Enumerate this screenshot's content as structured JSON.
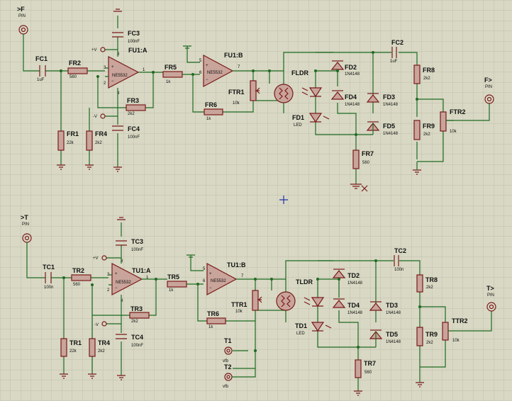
{
  "colors": {
    "background": "#d8d8c4",
    "grid": "#b9b9a6",
    "wire": "#1f6a22",
    "component": "#7a1a1a",
    "fill": "#c9a49a"
  },
  "top": {
    "input": {
      "name": ">F",
      "sub": "PIN"
    },
    "output": {
      "name": "F>",
      "sub": "PIN"
    },
    "FC1": {
      "ref": "FC1",
      "val": "1uF"
    },
    "FR1": {
      "ref": "FR1",
      "val": "22k"
    },
    "FR2": {
      "ref": "FR2",
      "val": "560"
    },
    "FR3": {
      "ref": "FR3",
      "val": "2k2"
    },
    "FR4": {
      "ref": "FR4",
      "val": "2k2"
    },
    "FC3": {
      "ref": "FC3",
      "val": "100nF"
    },
    "FC4": {
      "ref": "FC4",
      "val": "100nF"
    },
    "FU1A": {
      "ref": "FU1:A",
      "val": "NE5532"
    },
    "FR5": {
      "ref": "FR5",
      "val": "1k"
    },
    "FU1B": {
      "ref": "FU1:B",
      "val": "NE5532"
    },
    "FR6": {
      "ref": "FR6",
      "val": "1k"
    },
    "FTR1": {
      "ref": "FTR1",
      "val": "10k"
    },
    "FLDR": {
      "ref": "FLDR"
    },
    "FD1": {
      "ref": "FD1",
      "val": "LED"
    },
    "FD2": {
      "ref": "FD2",
      "val": "1N4148"
    },
    "FD3": {
      "ref": "FD3",
      "val": "1N4148"
    },
    "FD4": {
      "ref": "FD4",
      "val": "1N4148"
    },
    "FD5": {
      "ref": "FD5",
      "val": "1N4148"
    },
    "FR7": {
      "ref": "FR7",
      "val": "560"
    },
    "FC2": {
      "ref": "FC2",
      "val": "1uF"
    },
    "FR8": {
      "ref": "FR8",
      "val": "2k2"
    },
    "FR9": {
      "ref": "FR9",
      "val": "2k2"
    },
    "FTR2": {
      "ref": "FTR2",
      "val": "10k"
    },
    "vplus": "+V",
    "vminus": "-V",
    "pin3": "3",
    "pin2": "2",
    "pin1": "1",
    "pin4": "4",
    "pin8": "8",
    "pin5": "5",
    "pin6": "6",
    "pin7": "7"
  },
  "bottom": {
    "input": {
      "name": ">T",
      "sub": "PIN"
    },
    "output": {
      "name": "T>",
      "sub": "PIN"
    },
    "TC1": {
      "ref": "TC1",
      "val": "100n"
    },
    "TR1": {
      "ref": "TR1",
      "val": "22k"
    },
    "TR2": {
      "ref": "TR2",
      "val": "560"
    },
    "TR3": {
      "ref": "TR3",
      "val": "2k2"
    },
    "TR4": {
      "ref": "TR4",
      "val": "2k2"
    },
    "TC3": {
      "ref": "TC3",
      "val": "100nF"
    },
    "TC4": {
      "ref": "TC4",
      "val": "100nF"
    },
    "TU1A": {
      "ref": "TU1:A",
      "val": "NE5532"
    },
    "TR5": {
      "ref": "TR5",
      "val": "1k"
    },
    "TU1B": {
      "ref": "TU1:B",
      "val": "NE5532"
    },
    "TR6": {
      "ref": "TR6",
      "val": "1k"
    },
    "TTR1": {
      "ref": "TTR1",
      "val": "10k"
    },
    "TLDR": {
      "ref": "TLDR"
    },
    "TD1": {
      "ref": "TD1",
      "val": "LED"
    },
    "TD2": {
      "ref": "TD2",
      "val": "1N4148"
    },
    "TD3": {
      "ref": "TD3",
      "val": "1N4148"
    },
    "TD4": {
      "ref": "TD4",
      "val": "1N4148"
    },
    "TD5": {
      "ref": "TD5",
      "val": "1N4148"
    },
    "TR7": {
      "ref": "TR7",
      "val": "560"
    },
    "TC2": {
      "ref": "TC2",
      "val": "100n"
    },
    "TR8": {
      "ref": "TR8",
      "val": "2k2"
    },
    "TR9": {
      "ref": "TR9",
      "val": "2k2"
    },
    "TTR2": {
      "ref": "TTR2",
      "val": "10k"
    },
    "T1": {
      "ref": "T1",
      "sub": "vfb"
    },
    "T2": {
      "ref": "T2",
      "sub": "vfb"
    },
    "vplus": "+V",
    "vminus": "-V",
    "pin3": "3",
    "pin2": "2",
    "pin1": "1",
    "pin4": "4",
    "pin8": "8",
    "pin5": "5",
    "pin6": "6",
    "pin7": "7"
  }
}
